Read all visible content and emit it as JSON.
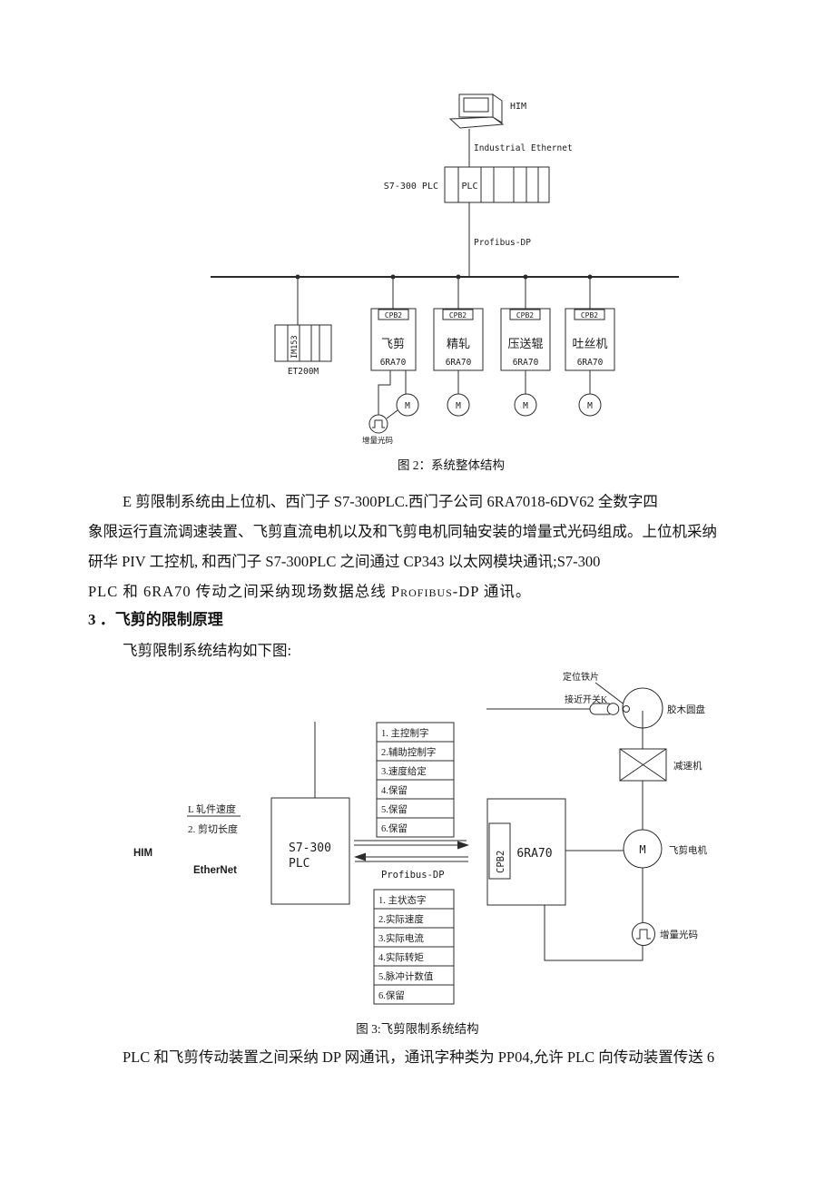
{
  "document": {
    "figure2_caption": "图 2：系统整体结构",
    "paragraph1": {
      "line1": "E 剪限制系统由上位机、西门子 S7-300PLC.西门子公司 6RA7018-6DV62 全数字四",
      "line2": "象限运行直流调速装置、飞剪直流电机以及和飞剪电机同轴安装的增量式光码组成。上位机采纳",
      "line3": "研华 PIV 工控机, 和西门子 S7-300PLC 之间通过 CP343 以太网模块通讯;S7-300",
      "line4": "PLC 和 6RA70 传动之间采纳现场数据总线 Profibus-DP 通讯。"
    },
    "heading3": "3 ．飞剪的限制原理",
    "intro_line": "飞剪限制系统结构如下图:",
    "figure3_caption": "图 3:飞剪限制系统结构",
    "closing_line": "PLC 和飞剪传动装置之间采纳 DP 网通讯，通讯字种类为 PP04,允许 PLC 向传动装置传送 6"
  },
  "figure2": {
    "him_label": "HIM",
    "industrial_ethernet_label": "Industrial Ethernet",
    "plc_rack_label": "S7-300 PLC",
    "plc_slot_label": "PLC",
    "profibus_label": "Profibus-DP",
    "im153_label": "IM153",
    "et200m_label": "ET200M",
    "motor_label": "M",
    "encoder_label": "增量光码",
    "drives": [
      {
        "tab": "CPB2",
        "name": "飞剪",
        "model": "6RA70"
      },
      {
        "tab": "CPB2",
        "name": "精轧",
        "model": "6RA70"
      },
      {
        "tab": "CPB2",
        "name": "压送辊",
        "model": "6RA70"
      },
      {
        "tab": "CPB2",
        "name": "吐丝机",
        "model": "6RA70"
      }
    ]
  },
  "figure3": {
    "plc_line1": "S7-300",
    "plc_line2": "PLC",
    "cpb2_label": "CPB2",
    "drive_label": "6RA70",
    "profibus_label": "Profibus-DP",
    "tx_words": [
      "1. 主控制字",
      "2.辅助控制字",
      "3.速度给定",
      "4.保留",
      "5.保留",
      "6.保留"
    ],
    "rx_words": [
      "1. 主状态字",
      "2.实际速度",
      "3.实际电流",
      "4.实际转矩",
      "5.脉冲计数值",
      "6.保留"
    ],
    "labels": {
      "positioning_plate": "定位铁片",
      "proximity_switch": "接近开关K",
      "bakelite_disc": "胶木圆盘",
      "reducer": "减速机",
      "shear_motor": "飞剪电机",
      "encoder": "增量光码",
      "motor": "M",
      "input1": "L 轧件速度",
      "input2": "2. 剪切长度",
      "him": "HIM",
      "ethernet": "EtherNet"
    }
  },
  "colors": {
    "ink": "#1c1c1c",
    "paper": "#ffffff"
  }
}
